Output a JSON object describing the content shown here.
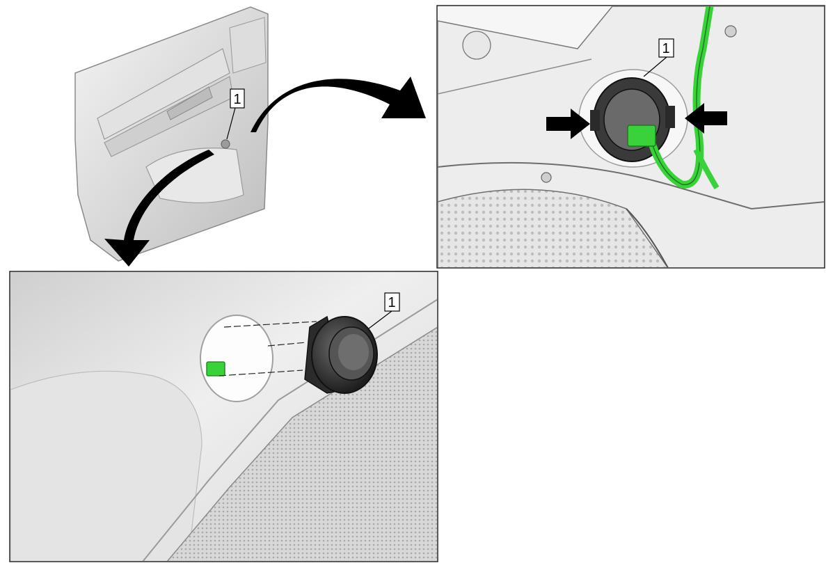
{
  "callouts": {
    "overview": "1",
    "detail_top": "1",
    "detail_bottom": "1"
  },
  "colors": {
    "harness_green": "#3ad23a",
    "panel_border": "#222222",
    "arrow": "#000000"
  },
  "icons": {
    "release_arrow_left": "right-arrow-icon",
    "release_arrow_right": "left-arrow-icon",
    "view_arrow_top": "curved-arrow-icon",
    "view_arrow_bottom": "curved-arrow-icon"
  }
}
